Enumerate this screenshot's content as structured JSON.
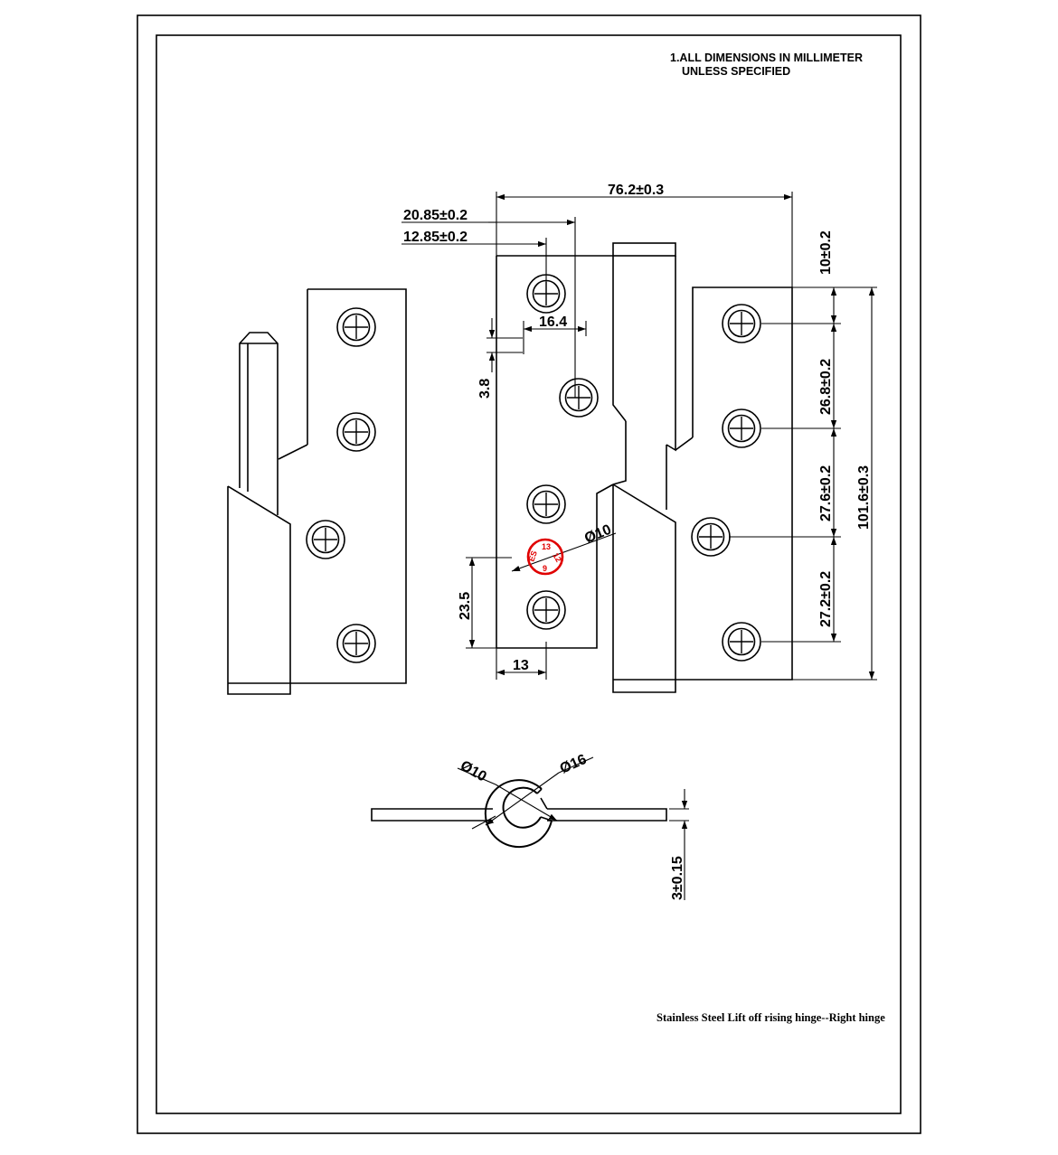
{
  "notes": {
    "line1": "1.ALL DIMENSIONS IN MILLIMETER",
    "line2": "UNLESS SPECIFIED"
  },
  "dimensions": {
    "overall_width": "76.2±0.3",
    "hole_offset_1": "20.85±0.2",
    "hole_offset_2": "12.85±0.2",
    "hole_spacing_x": "16.4",
    "small_gap": "3.8",
    "bottom_edge": "23.5",
    "hole_from_edge": "13",
    "hole_dia": "Ø10",
    "top_margin": "10±0.2",
    "spacing_a": "26.8±0.2",
    "spacing_b": "27.6±0.2",
    "spacing_c": "27.2±0.2",
    "overall_height": "101.6±0.3",
    "pin_dia": "Ø10",
    "knuckle_dia": "Ø16",
    "thickness": "3±0.15"
  },
  "stamp": {
    "t1": "13",
    "t2": "ES",
    "t3": "12",
    "t4": "9",
    "color": "#e00000"
  },
  "caption": "Stainless Steel Lift off rising hinge--Right hinge"
}
